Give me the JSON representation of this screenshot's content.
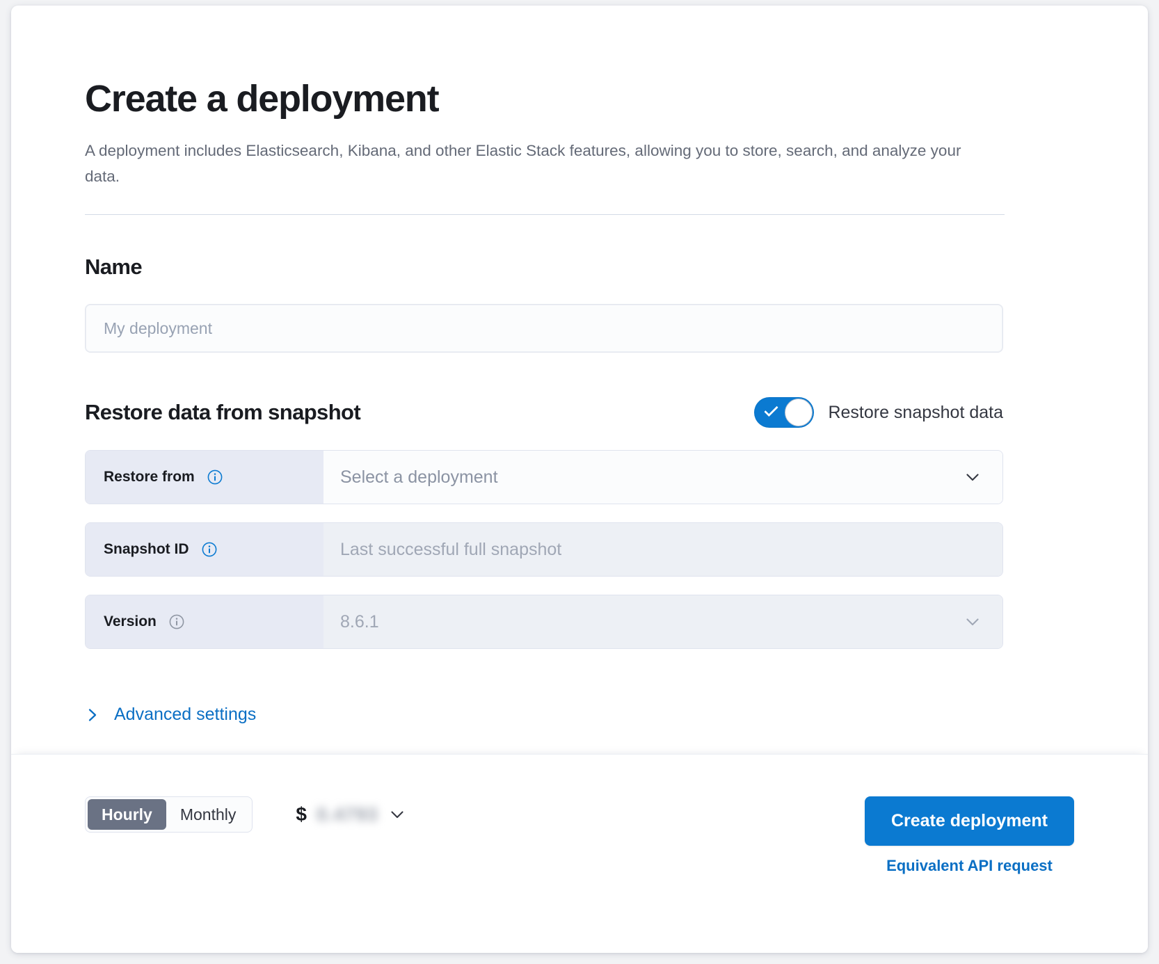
{
  "header": {
    "title": "Create a deployment",
    "subtitle": "A deployment includes Elasticsearch, Kibana, and other Elastic Stack features, allowing you to store, search, and analyze your data."
  },
  "name_section": {
    "heading": "Name",
    "input_placeholder": "My deployment",
    "input_value": ""
  },
  "restore_section": {
    "heading": "Restore data from snapshot",
    "toggle": {
      "label": "Restore snapshot data",
      "checked": true,
      "on_color": "#0b7ad1"
    },
    "rows": [
      {
        "label": "Restore from",
        "info_icon": "info-icon",
        "info_icon_color": "#0b7ad1",
        "value": "Select a deployment",
        "placeholder": "Select a deployment",
        "control": "select",
        "chevron_icon": "chevron-down-icon",
        "disabled": false
      },
      {
        "label": "Snapshot ID",
        "info_icon": "info-icon",
        "info_icon_color": "#0b7ad1",
        "value": "Last successful full snapshot",
        "placeholder": "Last successful full snapshot",
        "control": "text",
        "chevron_icon": "",
        "disabled": true
      },
      {
        "label": "Version",
        "info_icon": "info-icon",
        "info_icon_color": "#8f96a3",
        "value": "8.6.1",
        "placeholder": "8.6.1",
        "control": "select",
        "chevron_icon": "chevron-down-icon",
        "disabled": true
      }
    ],
    "advanced_settings": {
      "label": "Advanced settings",
      "arrow_icon": "chevron-right-icon",
      "expanded": false
    }
  },
  "footer": {
    "billing_toggle": {
      "options": [
        "Hourly",
        "Monthly"
      ],
      "selected": "Hourly"
    },
    "price": {
      "currency_symbol": "$",
      "amount": "0.4793",
      "redacted": true,
      "chevron_icon": "chevron-down-icon"
    },
    "create_button": "Create deployment",
    "api_link": "Equivalent API request"
  },
  "colors": {
    "accent": "#0b7ad1",
    "link": "#0b6fc4",
    "text_primary": "#1a1c21",
    "text_muted": "#646a77",
    "label_bg": "#e7eaf4",
    "disabled_bg": "#edf0f5",
    "page_bg": "#f2f3f5"
  }
}
